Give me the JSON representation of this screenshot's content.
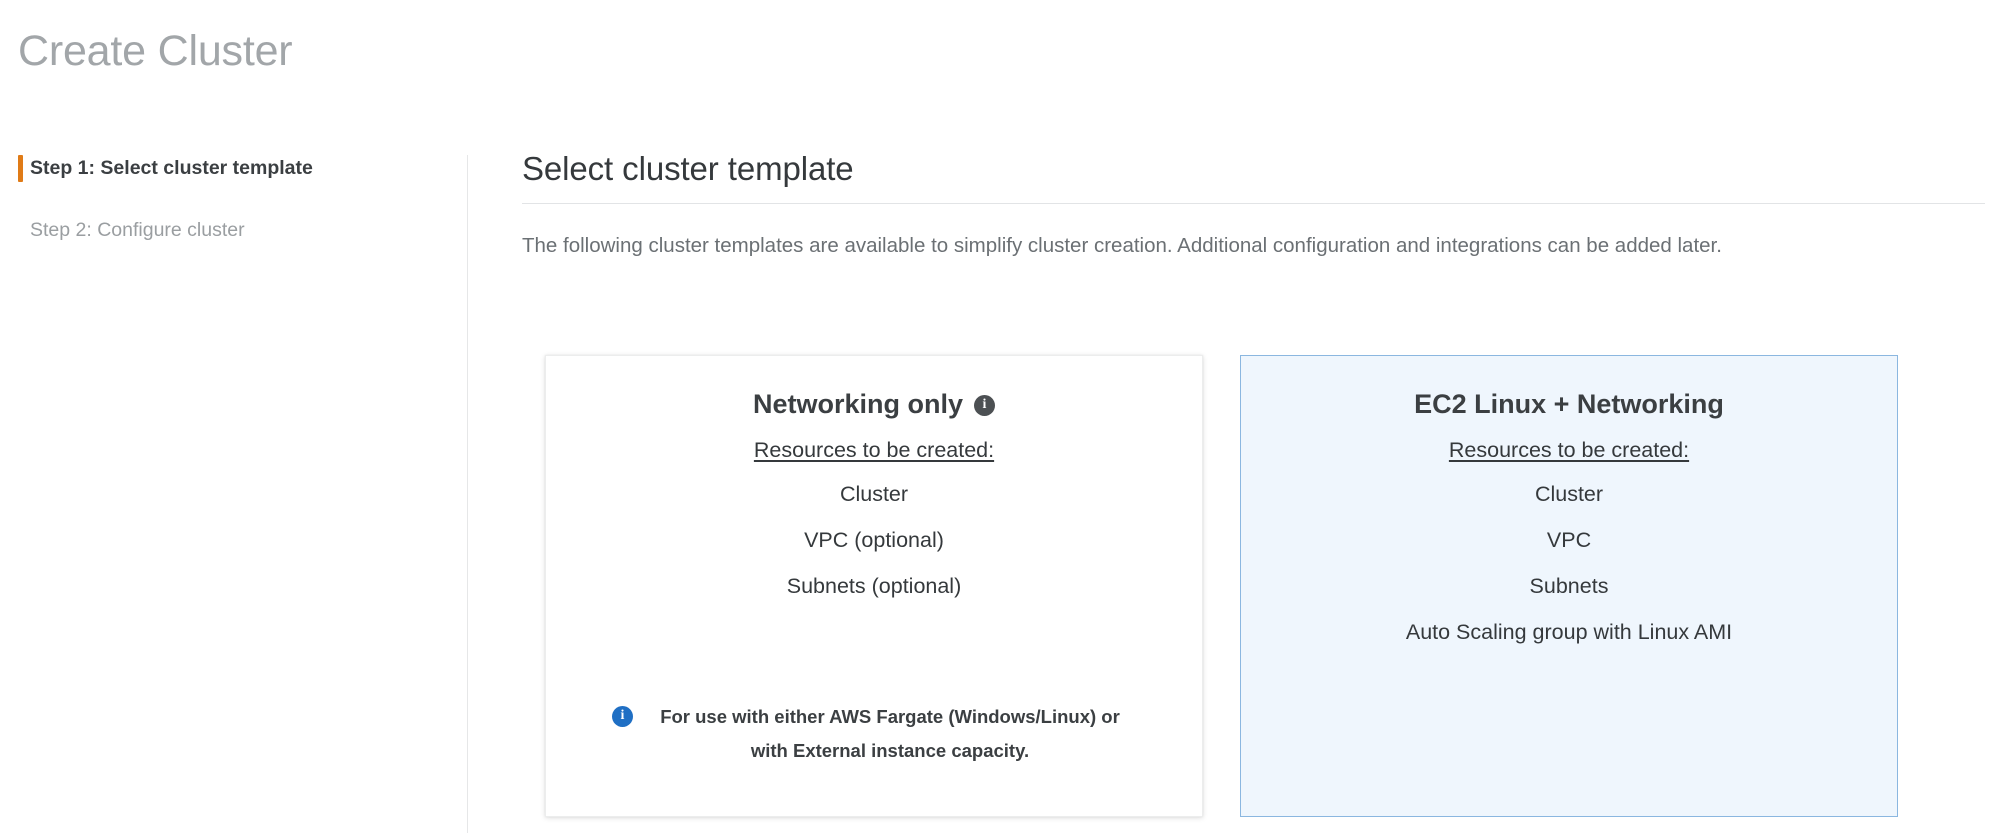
{
  "page": {
    "title": "Create Cluster"
  },
  "step_nav": {
    "items": [
      {
        "label": "Step 1: Select cluster template",
        "state": "active"
      },
      {
        "label": "Step 2: Configure cluster",
        "state": "inactive"
      }
    ],
    "accent_color": "#e07b17"
  },
  "main": {
    "heading": "Select cluster template",
    "description": "The following cluster templates are available to simplify cluster creation. Additional configuration and integrations can be added later."
  },
  "templates": [
    {
      "title": "Networking only",
      "has_title_info_icon": true,
      "selected": false,
      "resources_label": "Resources to be created:",
      "resources": [
        "Cluster",
        "VPC (optional)",
        "Subnets (optional)"
      ],
      "note": "For use with either AWS Fargate (Windows/Linux) or with External instance capacity.",
      "note_icon_color": "#1f6fc4"
    },
    {
      "title": "EC2 Linux + Networking",
      "has_title_info_icon": false,
      "selected": true,
      "resources_label": "Resources to be created:",
      "resources": [
        "Cluster",
        "VPC",
        "Subnets",
        "Auto Scaling group with Linux AMI"
      ],
      "note": "",
      "selected_bg": "#eff6fd",
      "selected_border": "#8bb7e0"
    }
  ]
}
